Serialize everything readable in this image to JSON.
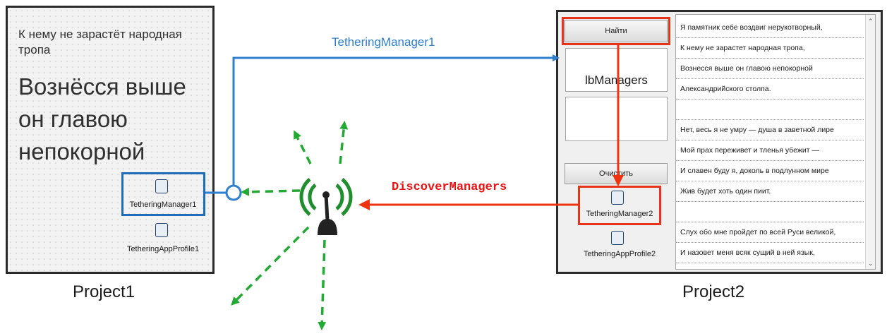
{
  "project1": {
    "caption": "Project1",
    "text_small": "К нему не зарастёт народная тропа",
    "text_large": "Вознёсся выше он главою непокорной",
    "components": [
      {
        "label": "TetheringManager1"
      },
      {
        "label": "TetheringAppProfile1"
      }
    ]
  },
  "project2": {
    "caption": "Project2",
    "find_button": "Найти",
    "list_label": "lbManagers",
    "clear_button": "Очистить",
    "components": [
      {
        "label": "TetheringManager2"
      },
      {
        "label": "TetheringAppProfile2"
      }
    ],
    "memo_lines": [
      "Я памятник себе воздвиг нерукотворный,",
      "К нему не зарастет народная тропа,",
      "Вознесся выше он главою непокорной",
      "Александрийского столпа.",
      "",
      "Нет, весь я не умру — душа в заветной лире",
      "Мой прах переживет и тленья убежит —",
      "И славен буду я, доколь в подлунном мире",
      "Жив будет хоть один пиит.",
      "",
      "Слух обо мне пройдет по всей Руси великой,",
      "И назовет меня всяк сущий в ней язык,"
    ]
  },
  "arrows": {
    "tethering_manager1": "TetheringManager1",
    "discover_managers": "DiscoverManagers"
  },
  "colors": {
    "blue": "#2e7fd0",
    "red": "#ee3311",
    "green": "#22aa33"
  },
  "icons": [
    "antenna-icon",
    "tethering-component-icon"
  ]
}
